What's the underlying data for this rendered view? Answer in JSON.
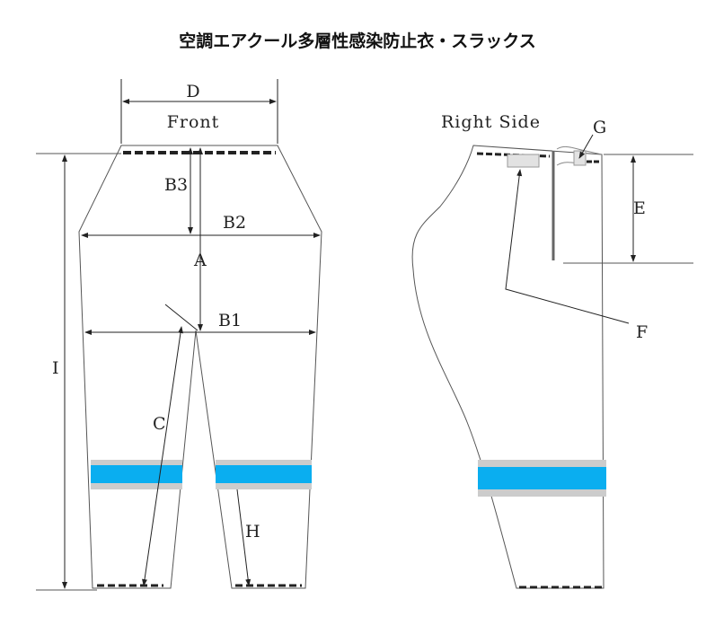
{
  "title": "空調エアクール多層性感染防止衣・スラックス",
  "views": {
    "front": "Front",
    "side": "Right Side"
  },
  "labels": {
    "A": "A",
    "B1": "B1",
    "B2": "B2",
    "B3": "B3",
    "C": "C",
    "D": "D",
    "E": "E",
    "F": "F",
    "G": "G",
    "H": "H",
    "I": "I"
  },
  "colors": {
    "band_blue": "#0aaef0",
    "band_gray": "#cccccc",
    "outline": "#555555"
  }
}
